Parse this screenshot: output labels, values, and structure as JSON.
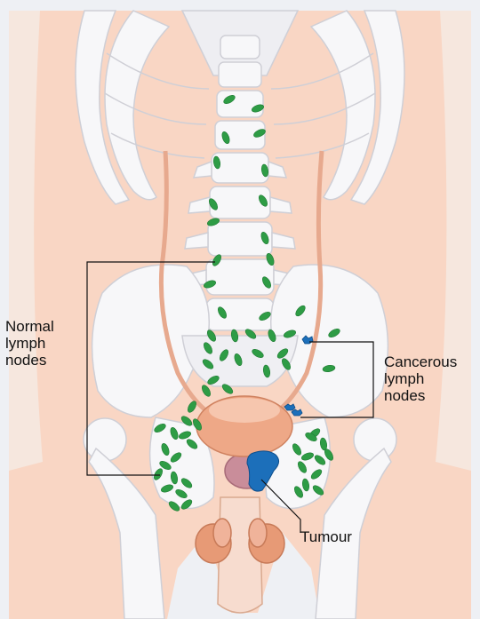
{
  "labels": {
    "normal_lymph_nodes": [
      "Normal",
      "lymph",
      "nodes"
    ],
    "cancerous_lymph_nodes": [
      "Cancerous",
      "lymph",
      "nodes"
    ],
    "tumour": "Tumour"
  },
  "colors": {
    "background": "#eef0f4",
    "skin": "#f9d6c4",
    "bone": "#f7f7f9",
    "bone_outline": "#cfcfd6",
    "normal_node": "#2e9c45",
    "cancerous_node": "#1c6fba",
    "bladder": "#eea887",
    "prostate": "#c98d9a",
    "leader_line": "#111111"
  },
  "icons": {
    "normal_node": "green-lymph-node-icon",
    "cancerous_node": "blue-lymph-node-icon"
  }
}
